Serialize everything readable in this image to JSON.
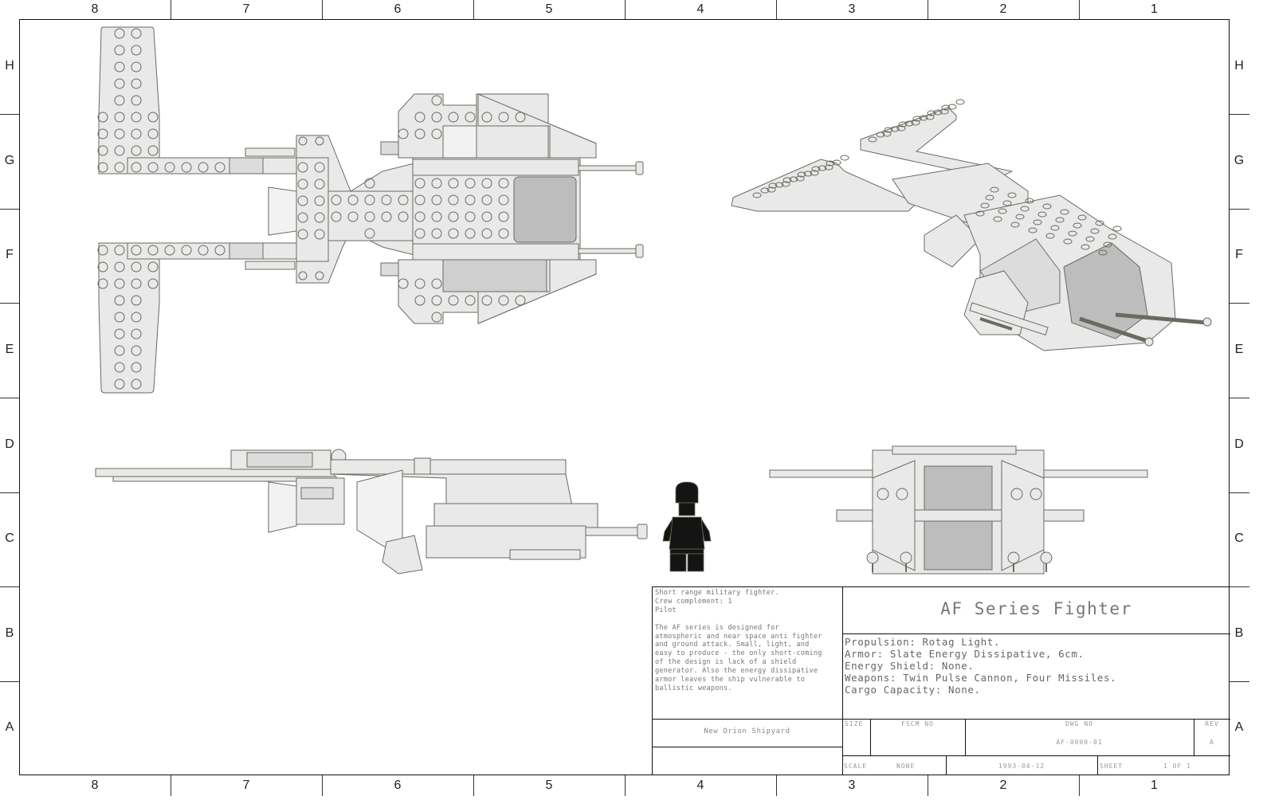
{
  "sheet": {
    "columns_top": [
      "8",
      "7",
      "6",
      "5",
      "4",
      "3",
      "2",
      "1"
    ],
    "columns_bottom": [
      "8",
      "7",
      "6",
      "5",
      "4",
      "3",
      "2",
      "1"
    ],
    "rows_left": [
      "H",
      "G",
      "F",
      "E",
      "D",
      "C",
      "B",
      "A"
    ],
    "rows_right": [
      "H",
      "G",
      "F",
      "E",
      "D",
      "C",
      "B",
      "A"
    ]
  },
  "views": {
    "top": "top-view",
    "iso": "isometric-view",
    "side": "side-view",
    "front": "front-view",
    "scale_figure": "minifigure-pilot"
  },
  "title_block": {
    "notes": "Short range military fighter.\nCrew complement: 1\nPilot\n\nThe AF series is designed for\natmospheric and near space anti fighter\nand ground attack. Small, light, and\neasy to produce - the only short-coming\nof the design is lack of a shield\ngenerator. Also the energy dissipative\narmor leaves the ship vulnerable to\nballistic weapons.",
    "company": "New Orion Shipyard",
    "title": "AF Series Fighter",
    "specs": [
      "Propulsion: Rotag Light.",
      "Armor: Slate Energy Dissipative, 6cm.",
      "Energy Shield: None.",
      "Weapons: Twin Pulse Cannon, Four Missiles.",
      "Cargo Capacity: None."
    ],
    "size_label": "SIZE",
    "size_value": "",
    "fscm_label": "FSCM NO",
    "fscm_value": "",
    "dwg_label": "DWG NO",
    "dwg_value": "AF-0000-01",
    "rev_label": "REV",
    "rev_value": "A",
    "scale_label": "SCALE",
    "scale_value": "NONE",
    "date": "1993-04-12",
    "sheet_label": "SHEET",
    "sheet_value": "1 OF 1"
  }
}
